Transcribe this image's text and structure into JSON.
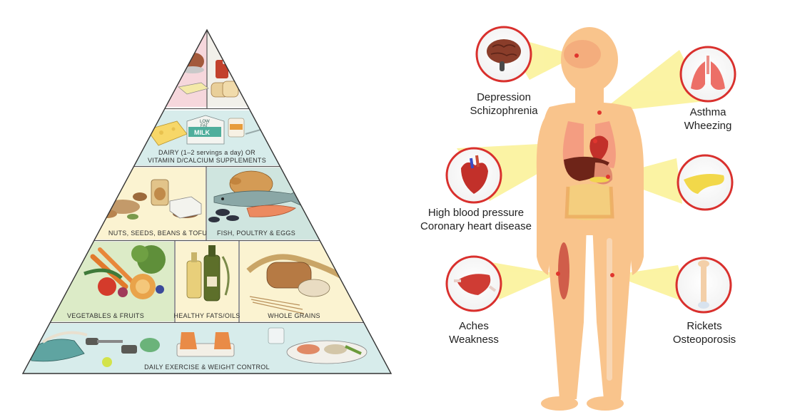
{
  "pyramid": {
    "tiers": {
      "dairy": "DAIRY (1–2 servings a day) OR",
      "dairy_2": "VITAMIN D/CALCIUM SUPPLEMENTS",
      "nuts": "NUTS, SEEDS, BEANS & TOFU",
      "fish": "FISH, POULTRY & EGGS",
      "veg": "VEGETABLES & FRUITS",
      "fats": "HEALTHY FATS/OILS",
      "grains": "WHOLE GRAINS",
      "exercise": "DAILY EXERCISE & WEIGHT CONTROL"
    },
    "milk_carton": {
      "line1": "LOW",
      "line2": "FAT",
      "line3": "MILK"
    }
  },
  "body": {
    "brain": {
      "line1": "Depression",
      "line2": "Schizophrenia"
    },
    "lungs": {
      "line1": "Asthma",
      "line2": "Wheezing"
    },
    "heart": {
      "line1": "High blood pressure",
      "line2": "Coronary heart disease"
    },
    "pancreas": {},
    "muscle": {
      "line1": "Aches",
      "line2": "Weakness"
    },
    "bone": {
      "line1": "Rickets",
      "line2": "Osteoporosis"
    }
  },
  "colors": {
    "body_fill": "#f9c48c",
    "beam": "#fbf29a",
    "circle_ring": "#d9302d",
    "tier_pink": "#f6d7dc",
    "tier_blue": "#d7eceb",
    "tier_cream": "#fbf3d1",
    "tier_teal": "#cfe5df",
    "tier_green": "#dcebc7"
  }
}
